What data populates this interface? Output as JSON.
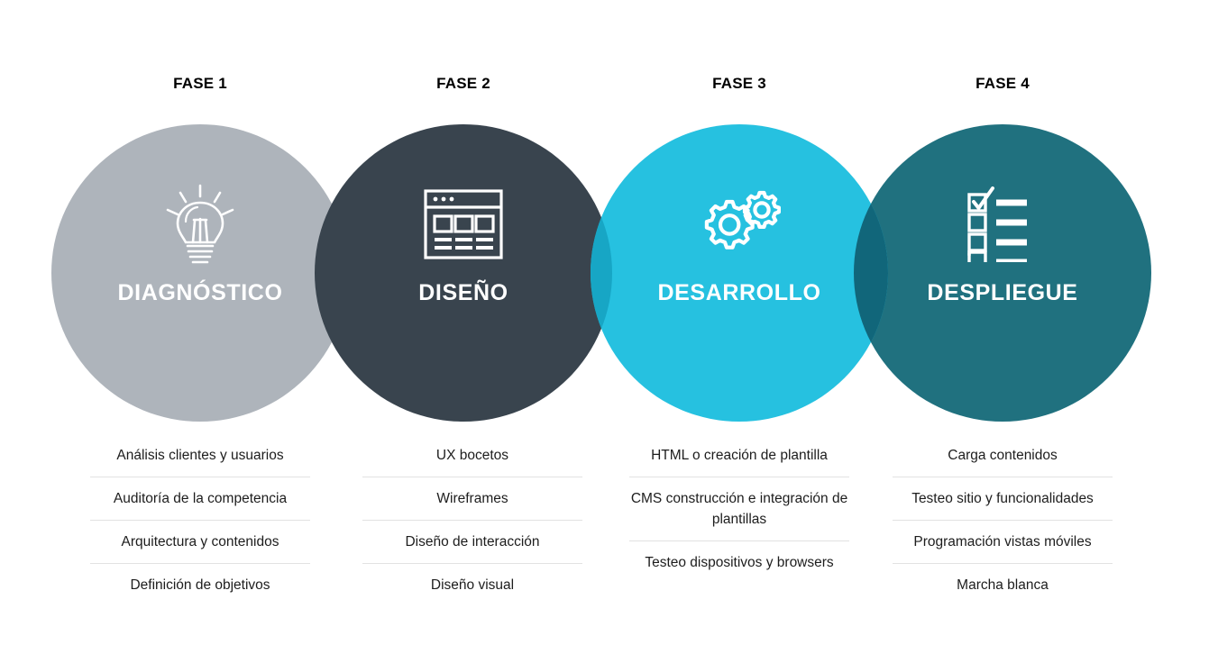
{
  "colors": {
    "phase1": "#aeb4bb",
    "phase2": "#39444e",
    "phase3": "#26c1e0",
    "phase4": "#20717f",
    "background": "#ffffff",
    "label_text": "#ffffff",
    "header_text": "#000000",
    "list_text": "#1d1d1d",
    "divider": "#e2e2e2"
  },
  "phases": [
    {
      "header": "FASE 1",
      "label": "DIAGNÓSTICO",
      "icon": "lightbulb-icon",
      "items": [
        "Análisis clientes y usuarios",
        "Auditoría de la competencia",
        "Arquitectura y contenidos",
        "Definición de objetivos"
      ]
    },
    {
      "header": "FASE 2",
      "label": "DISEÑO",
      "icon": "wireframe-layout-icon",
      "items": [
        "UX bocetos",
        "Wireframes",
        "Diseño de interacción",
        "Diseño visual"
      ]
    },
    {
      "header": "FASE 3",
      "label": "DESARROLLO",
      "icon": "gears-icon",
      "items": [
        "HTML o creación de plantilla",
        "CMS construcción e integración de plantillas",
        "Testeo dispositivos y browsers"
      ]
    },
    {
      "header": "FASE 4",
      "label": "DESPLIEGUE",
      "icon": "checklist-icon",
      "items": [
        "Carga contenidos",
        "Testeo sitio y funcionalidades",
        "Programación vistas móviles",
        "Marcha blanca"
      ]
    }
  ]
}
